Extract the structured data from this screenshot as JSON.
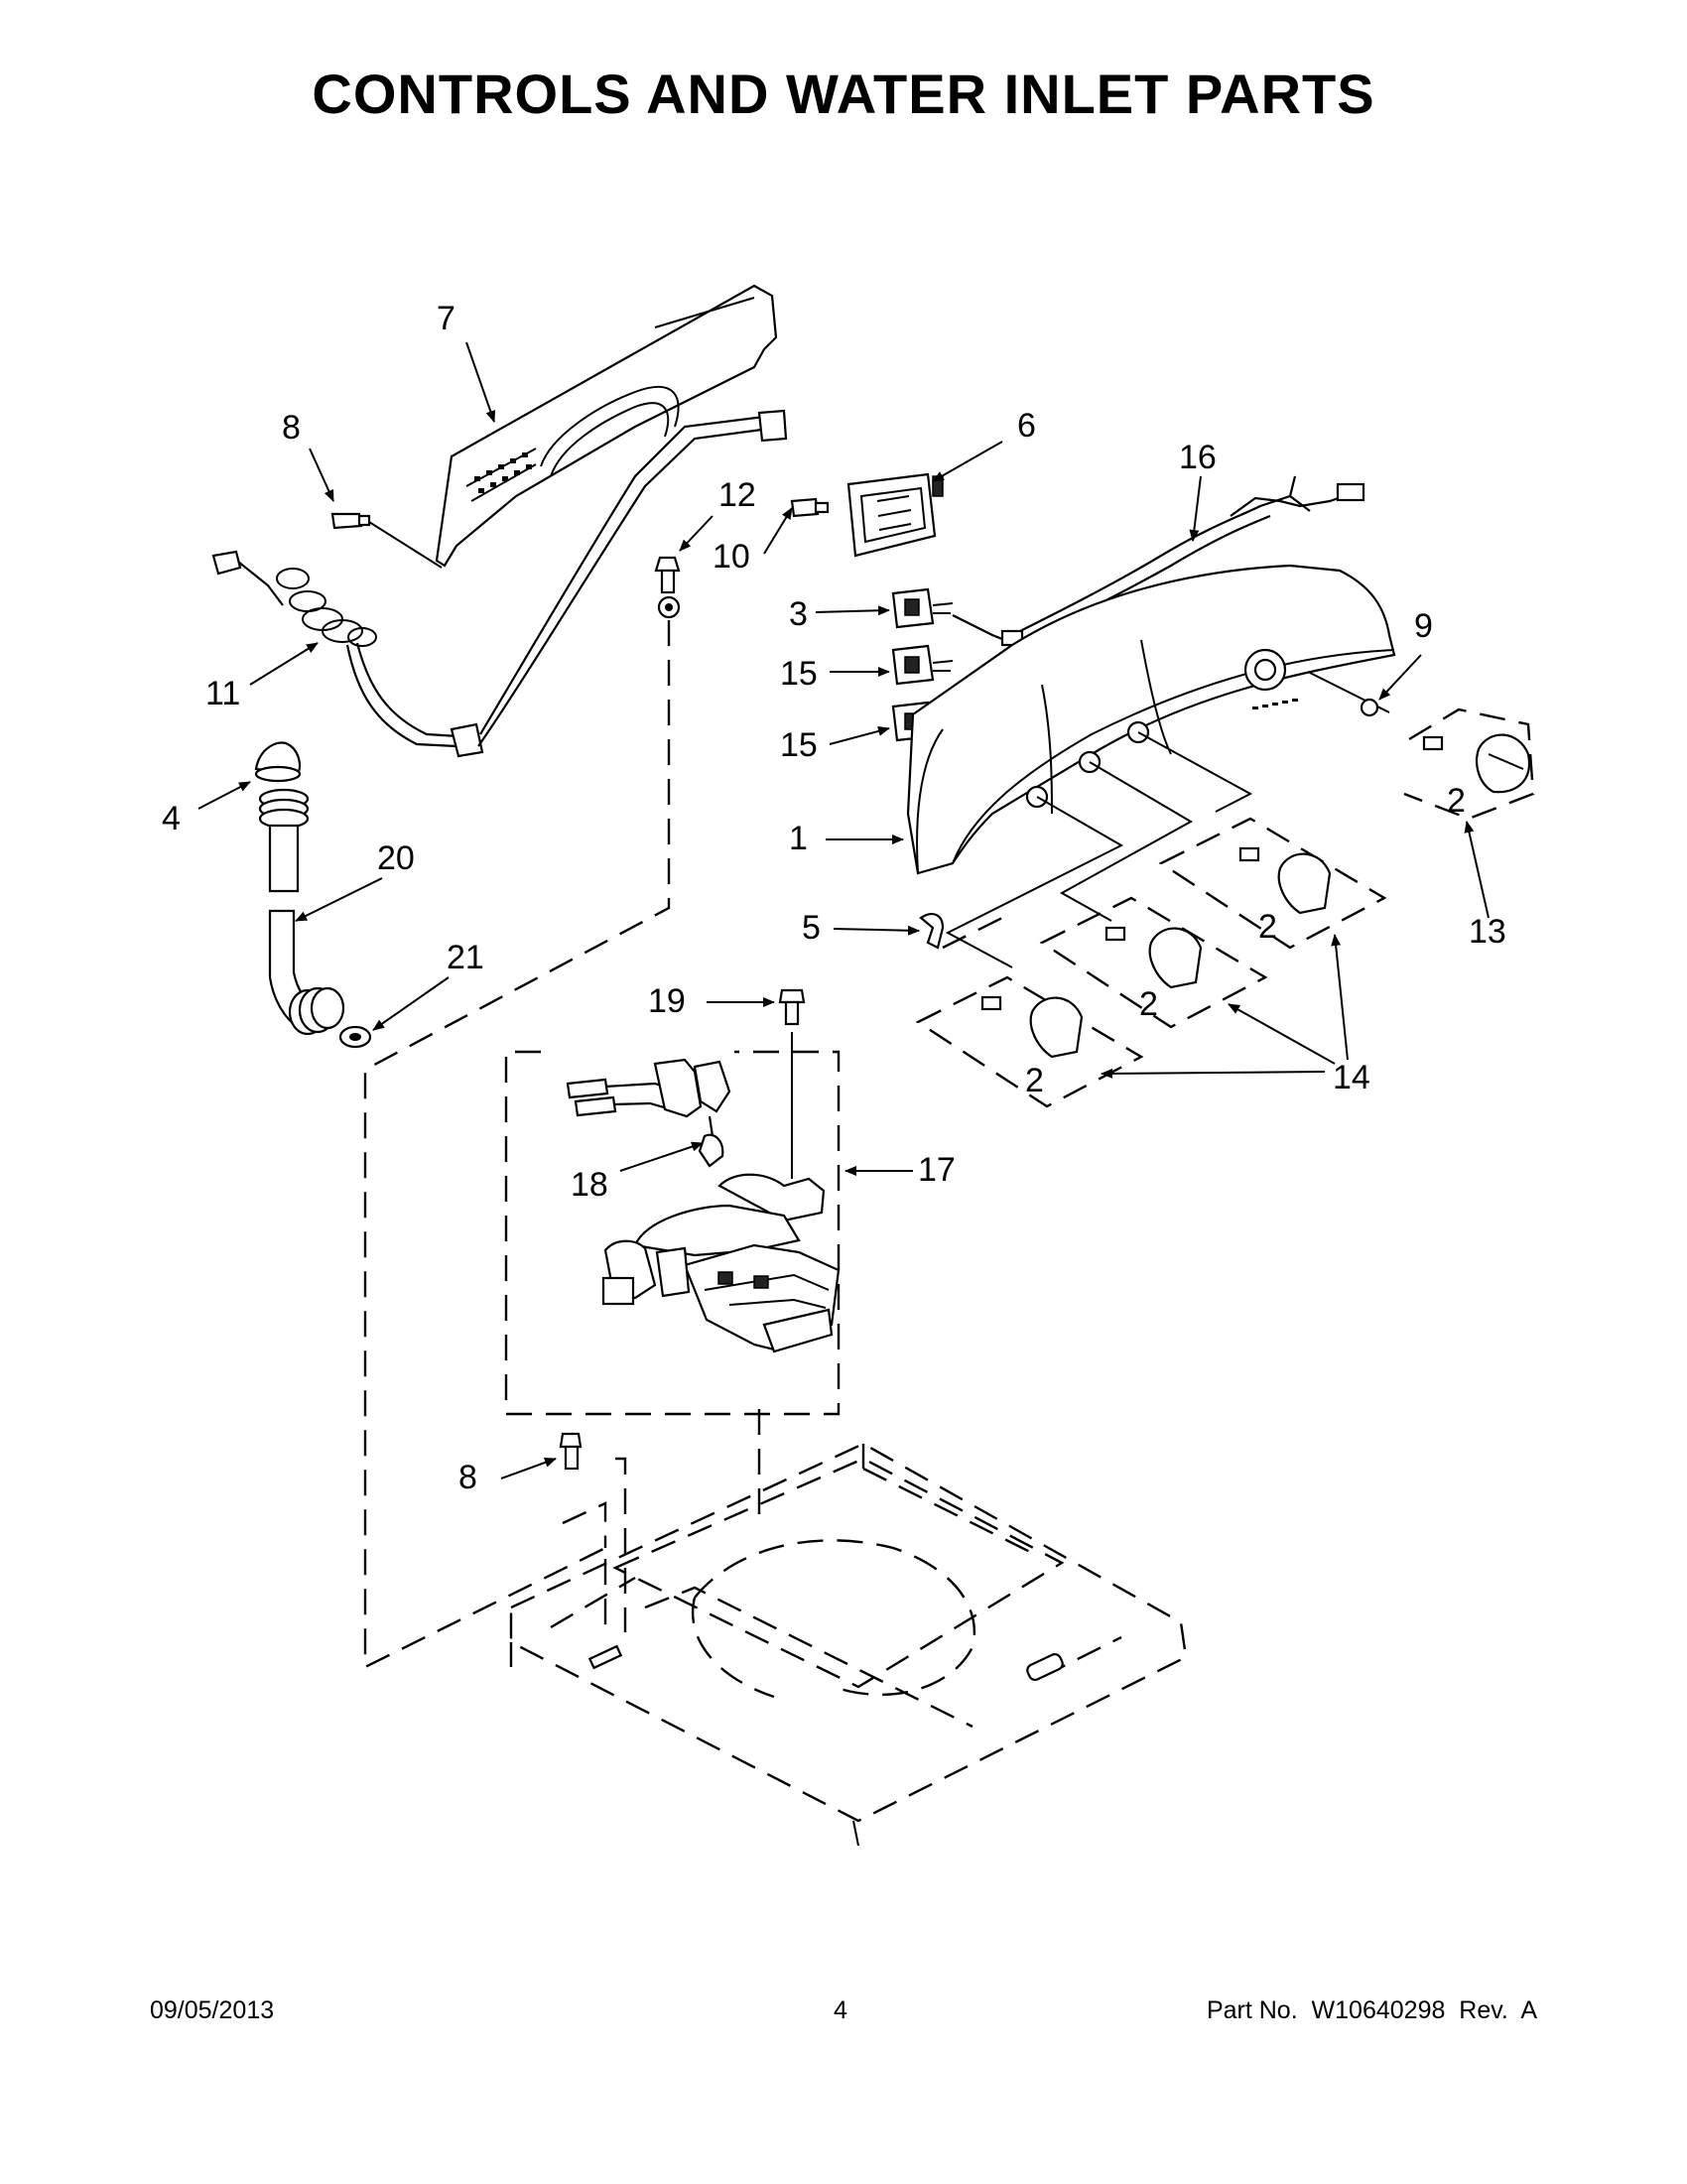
{
  "title": "CONTROLS AND WATER INLET PARTS",
  "callouts": {
    "c1": "1",
    "c2a": "2",
    "c2b": "2",
    "c2c": "2",
    "c2d": "2",
    "c3": "3",
    "c4": "4",
    "c5": "5",
    "c6": "6",
    "c7": "7",
    "c8a": "8",
    "c8b": "8",
    "c9": "9",
    "c10": "10",
    "c11": "11",
    "c12": "12",
    "c13": "13",
    "c14": "14",
    "c15a": "15",
    "c15b": "15",
    "c16": "16",
    "c17": "17",
    "c18": "18",
    "c19": "19",
    "c20": "20",
    "c21": "21"
  },
  "footer": {
    "date": "09/05/2013",
    "page": "4",
    "part": "Part No.  W10640298  Rev.  A"
  }
}
